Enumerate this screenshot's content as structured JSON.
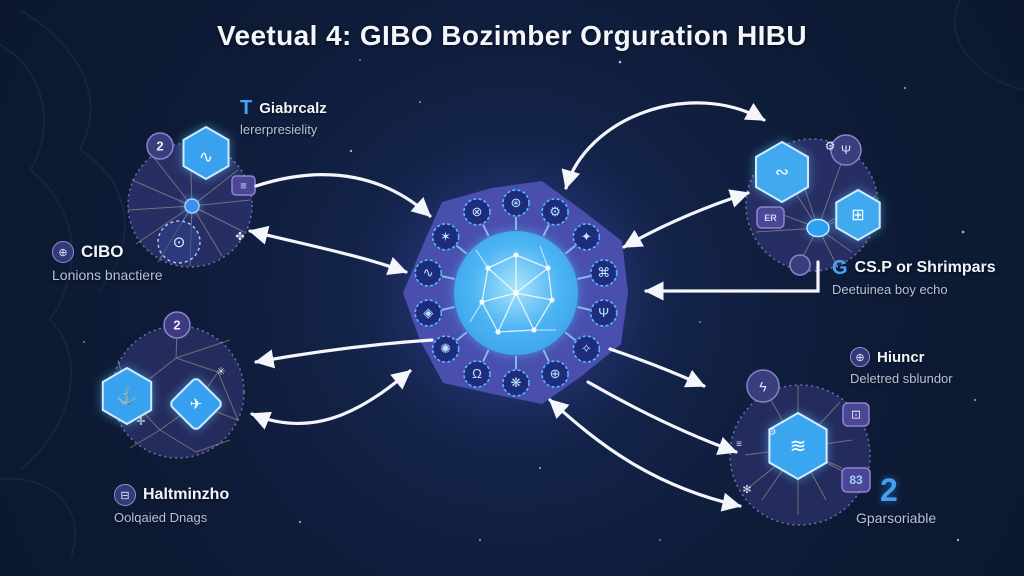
{
  "title": "Veetual 4: GIBO Bozimber Orguration HIBU",
  "labels": {
    "top_left": {
      "icon_glyph": "T",
      "title": "Giabrcalz",
      "subtitle": "lererpresielity"
    },
    "left": {
      "icon_glyph": "⊕",
      "title": "CIBO",
      "subtitle": "Lonions bnactiere"
    },
    "bottom_left": {
      "icon_glyph": "⊟",
      "title": "Haltminzho",
      "subtitle": "Oolqaied Dnags"
    },
    "right": {
      "icon_glyph": "G",
      "title": "CS.P or Shrimpars",
      "subtitle": "Deetuinea boy echo"
    },
    "bottom_right": {
      "icon_glyph": "⊕",
      "title": "Hiuncr",
      "subtitle": "Deletred sblundor"
    },
    "bottom_right_number": {
      "value": "2",
      "subtitle": "Gparsoriable"
    }
  },
  "clusters": {
    "top_left": {
      "badge": "2",
      "hex_glyph": "∿",
      "tag_glyph": "≡",
      "subnode_glyph": "⊙"
    },
    "bottom_left": {
      "badge": "2",
      "hex_glyph": "⚓",
      "diamond_glyph": "✈"
    },
    "top_right": {
      "tag": "ER",
      "hex_left_glyph": "∾",
      "hex_right_glyph": "⊞",
      "badge_glyph": "Ψ",
      "gear_glyph": "⚙"
    },
    "bottom_right": {
      "tag": "83",
      "hex_glyph": "≋",
      "badge_glyph": "ϟ",
      "tag2_glyph": "⊡"
    }
  },
  "hub": {
    "icons": [
      "⊛",
      "⚙",
      "✦",
      "⌘",
      "Ψ",
      "✧",
      "⊕",
      "❋",
      "Ω",
      "✺",
      "◈",
      "∿",
      "✶",
      "⊗"
    ]
  },
  "colors": {
    "background": "#0e1c38",
    "hub_body": "#4a4fae",
    "core_blue": "#41aaf0",
    "hexagon": "#3aa6f0",
    "badge_purple": "#3b3d7c",
    "arrow": "#f4f6fb",
    "muted_text": "#b7c1d8",
    "accent_blue": "#4aa3f2"
  }
}
